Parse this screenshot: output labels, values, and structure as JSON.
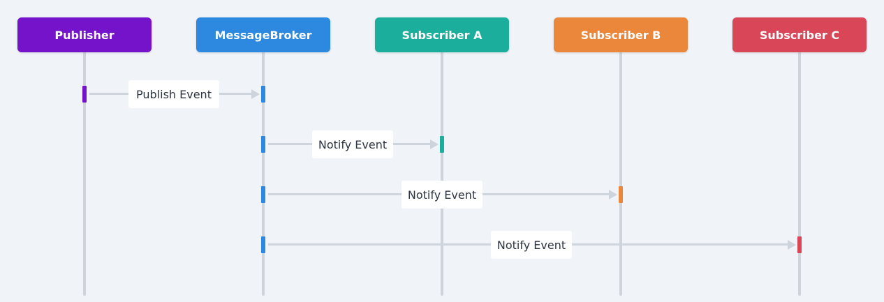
{
  "participants": [
    {
      "label": "Publisher",
      "color": "#7413c9"
    },
    {
      "label": "MessageBroker",
      "color": "#2d88df"
    },
    {
      "label": "Subscriber A",
      "color": "#1cae9d"
    },
    {
      "label": "Subscriber B",
      "color": "#ea873b"
    },
    {
      "label": "Subscriber C",
      "color": "#d84658"
    }
  ],
  "messages": [
    {
      "from": "Publisher",
      "to": "MessageBroker",
      "label": "Publish Event"
    },
    {
      "from": "MessageBroker",
      "to": "Subscriber A",
      "label": "Notify Event"
    },
    {
      "from": "MessageBroker",
      "to": "Subscriber B",
      "label": "Notify Event"
    },
    {
      "from": "MessageBroker",
      "to": "Subscriber C",
      "label": "Notify Event"
    }
  ]
}
